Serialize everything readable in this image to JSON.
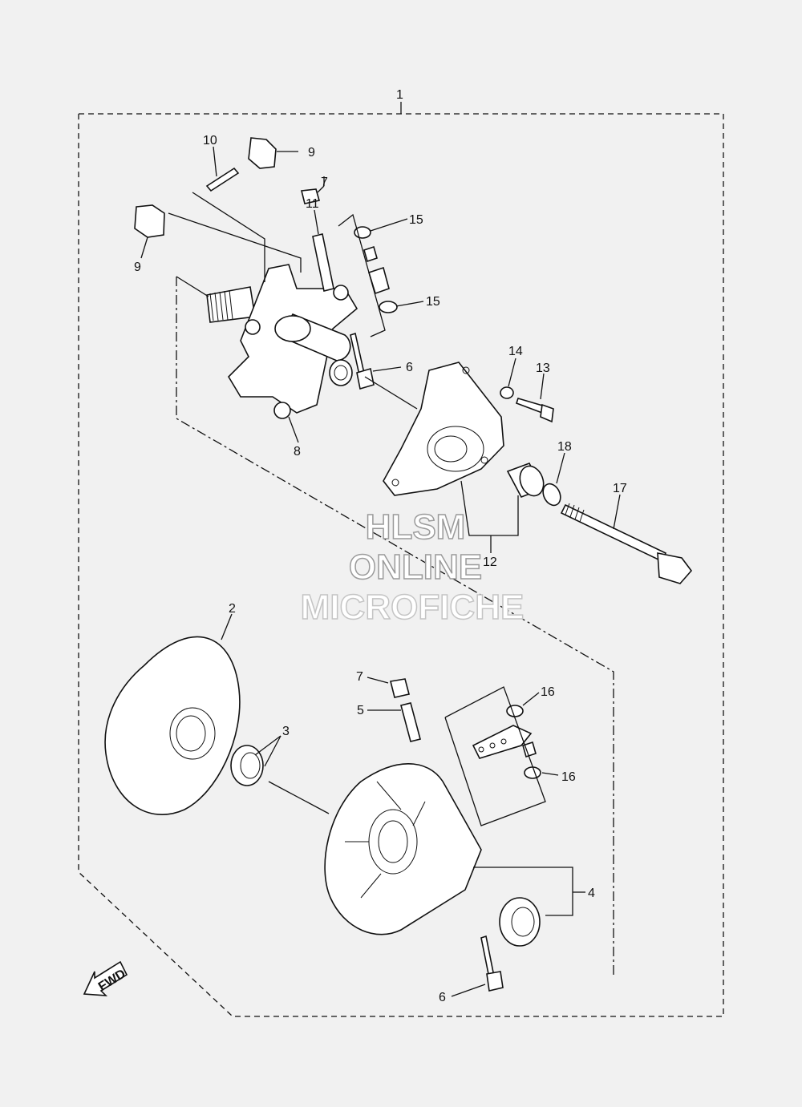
{
  "callouts": {
    "c1": "1",
    "c2": "2",
    "c3": "3",
    "c4": "4",
    "c5": "5",
    "c6a": "6",
    "c6b": "6",
    "c7a": "7",
    "c7b": "7",
    "c8": "8",
    "c9a": "9",
    "c9b": "9",
    "c10": "10",
    "c11": "11",
    "c12": "12",
    "c13": "13",
    "c14": "14",
    "c15a": "15",
    "c15b": "15",
    "c16a": "16",
    "c16b": "16",
    "c17": "17",
    "c18": "18"
  },
  "watermark": {
    "line1": "HLSM",
    "line2": "ONLINE",
    "line3": "MICROFICHE"
  },
  "fwd_label": "FWD"
}
